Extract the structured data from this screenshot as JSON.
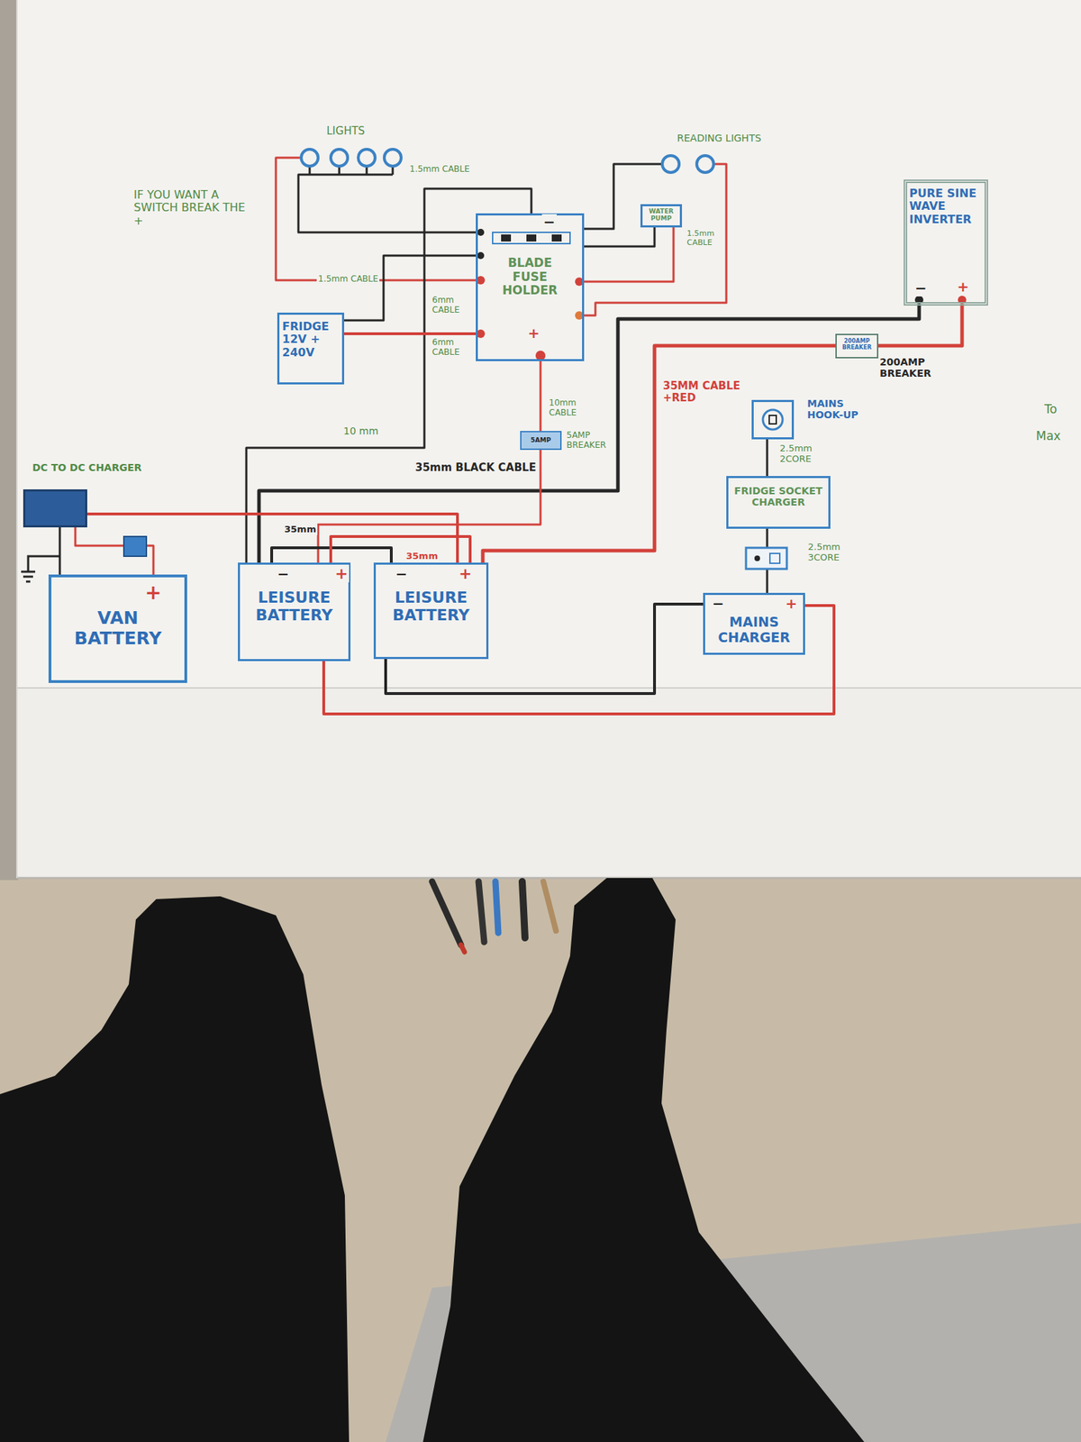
{
  "diagram": {
    "nodes": [
      {
        "text": [
          "WATER PUMP"
        ]
      },
      {
        "text": [
          "BLADE FUSE HOLDER"
        ]
      },
      {
        "text": [
          "PURE SINE WAVE INVERTER"
        ]
      },
      {
        "text": [
          "FRIDGE 12V + 240V"
        ]
      },
      {
        "text": [
          "200AMP BREAKER"
        ]
      },
      {
        "text": [
          "MAINS HOOK-UP"
        ]
      },
      {
        "text": [
          "5AMP"
        ]
      },
      {
        "text": [
          "DC TO DC CHARGER"
        ]
      },
      {
        "text": [
          "FRIDGE SOCKET CHARGER"
        ]
      },
      {
        "text": [
          "VAN BATTERY"
        ]
      },
      {
        "text": [
          "LEISURE BATTERY"
        ]
      },
      {
        "text": [
          "LEISURE BATTERY"
        ]
      },
      {
        "text": [
          "MAINS CHARGER"
        ]
      }
    ],
    "edges": [
      {
        "from": 10,
        "to": 2,
        "arrow": "none"
      },
      {
        "from": 11,
        "to": 4,
        "arrow": "none"
      },
      {
        "from": 4,
        "to": 2,
        "arrow": "none"
      },
      {
        "from": 10,
        "to": 6,
        "arrow": "none"
      },
      {
        "from": 6,
        "to": 1,
        "arrow": "none"
      },
      {
        "from": 10,
        "to": 1,
        "arrow": "none"
      },
      {
        "from": 1,
        "to": 3,
        "arrow": "none"
      },
      {
        "from": 1,
        "to": 3,
        "arrow": "none"
      },
      {
        "from": 1,
        "to": 0,
        "arrow": "none"
      },
      {
        "from": 1,
        "to": 0,
        "arrow": "none"
      },
      {
        "from": 7,
        "to": 11,
        "arrow": "none"
      },
      {
        "from": 9,
        "to": 7,
        "arrow": "none"
      },
      {
        "from": 7,
        "to": 9,
        "arrow": "none"
      },
      {
        "from": 10,
        "to": 11,
        "arrow": "none"
      },
      {
        "from": 10,
        "to": 11,
        "arrow": "none"
      },
      {
        "from": 12,
        "to": 10,
        "arrow": "none"
      },
      {
        "from": 12,
        "to": 11,
        "arrow": "none"
      },
      {
        "from": 5,
        "to": 8,
        "arrow": "none"
      },
      {
        "from": 8,
        "to": 12,
        "arrow": "none"
      }
    ],
    "labels": [
      "LIGHTS",
      "1.5mm CABLE",
      "IF YOU WANT A SWITCH BREAK THE +",
      "READING LIGHTS",
      "1.5mm CABLE",
      "1.5mm CABLE",
      "6mm CABLE",
      "6mm CABLE",
      "−",
      "+",
      "−",
      "+",
      "200AMP BREAKER",
      "35MM CABLE +RED",
      "10 mm",
      "35mm BLACK CABLE",
      "10mm CABLE",
      "5AMP BREAKER",
      "2.5mm 2CORE",
      "2.5mm 3CORE",
      "35mm",
      "35mm",
      "+",
      "−",
      "+",
      "−",
      "+",
      "−",
      "+",
      "To",
      "Max"
    ]
  }
}
